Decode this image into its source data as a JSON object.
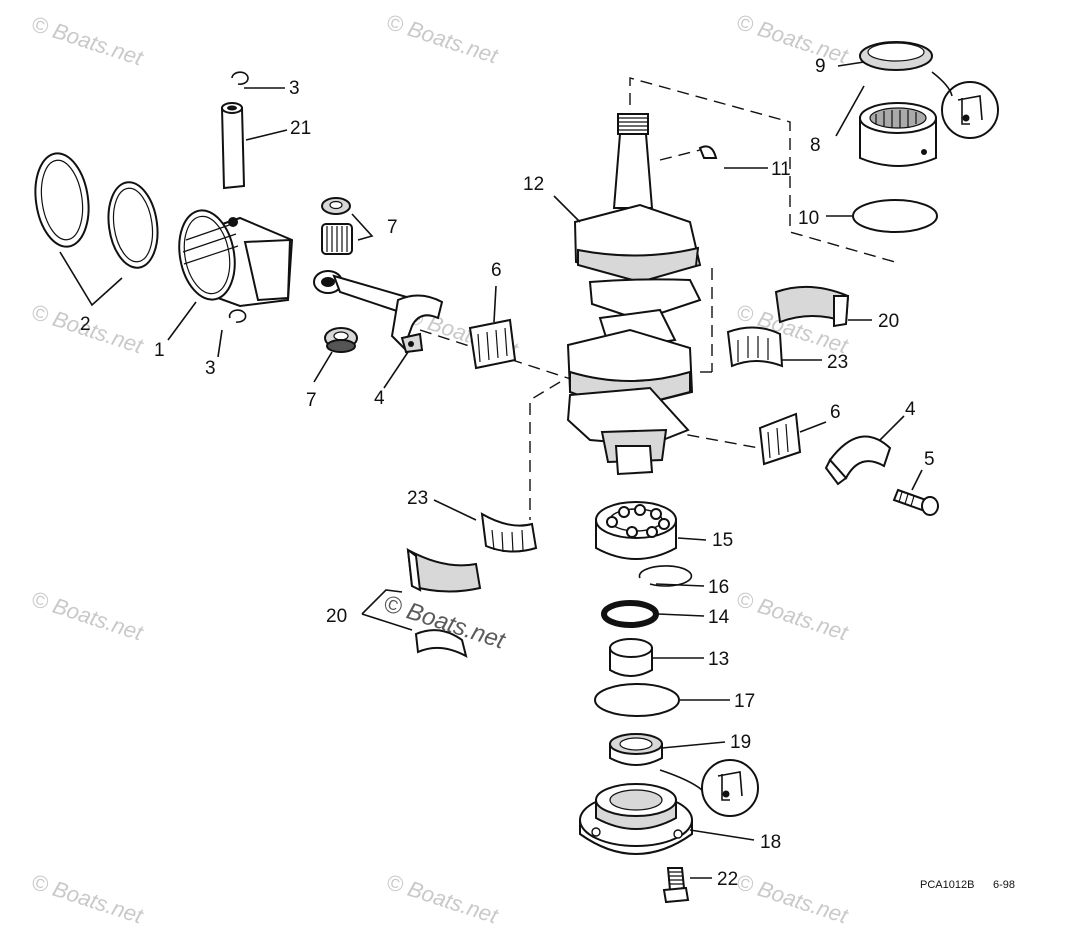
{
  "diagram": {
    "callouts": {
      "n1": "1",
      "n2": "2",
      "n3a": "3",
      "n3b": "3",
      "n4a": "4",
      "n4b": "4",
      "n5": "5",
      "n6a": "6",
      "n6b": "6",
      "n7a": "7",
      "n7b": "7",
      "n8": "8",
      "n9": "9",
      "n10": "10",
      "n11": "11",
      "n12": "12",
      "n13": "13",
      "n14": "14",
      "n15": "15",
      "n16": "16",
      "n17": "17",
      "n18": "18",
      "n19": "19",
      "n20a": "20",
      "n20b": "20",
      "n21": "21",
      "n22": "22",
      "n23a": "23",
      "n23b": "23"
    },
    "watermark": "© Boats.net",
    "footer_code": "PCA1012B",
    "footer_date": "6-98"
  },
  "colors": {
    "ink": "#111111",
    "watermark": "#c9c9c9",
    "shade": "#d8d8d8"
  }
}
